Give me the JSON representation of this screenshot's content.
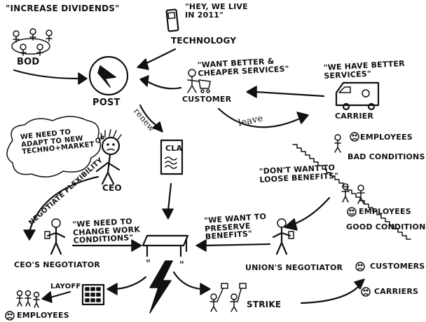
{
  "labels": {
    "increase_dividends": "\"INCREASE DIVIDENDS\"",
    "bod": "BOD",
    "hey_we_live": "\"HEY, WE LIVE\nIN 2011\"",
    "technology": "TECHNOLOGY",
    "post": "POST",
    "want_better": "\"WANT BETTER &\nCHEAPER SERVICES\"",
    "customer": "CUSTOMER",
    "we_have_better": "\"WE HAVE BETTER\nSERVICES\"",
    "carrier": "CARRIER",
    "renew": "renew",
    "leave": "leave",
    "we_need_adapt": "WE NEED TO\nADAPT TO NEW\nTECHNO+MARKET",
    "ceo": "CEO",
    "cla": "CLA",
    "employees_bad": "EMPLOYEES",
    "bad_conditions": "BAD CONDITIONS",
    "dont_want_loose": "\"DON'T WANT TO\nLOOSE BENEFITS\"",
    "employees_good": "EMPLOYEES",
    "good_conditions": "GOOD CONDITIONS",
    "negotiate_flexibility": "NEGOTIATE FLEXIBILITY",
    "we_need_change": "\"WE NEED TO\nCHANGE WORK\nCONDITIONS\"",
    "we_want_preserve": "\"WE WANT TO\nPRESERVE\nBENEFITS\"",
    "ceos_negotiator": "CEO'S NEGOTIATOR",
    "unions_negotiator": "UNION'S NEGOTIATOR",
    "customers": "CUSTOMERS",
    "carriers": "CARRIERS",
    "layoff": "LAYOFF",
    "employees_bottom": "EMPLOYEES",
    "strike": "STRIKE",
    "quote_open": "\"",
    "quote_close": "\""
  }
}
